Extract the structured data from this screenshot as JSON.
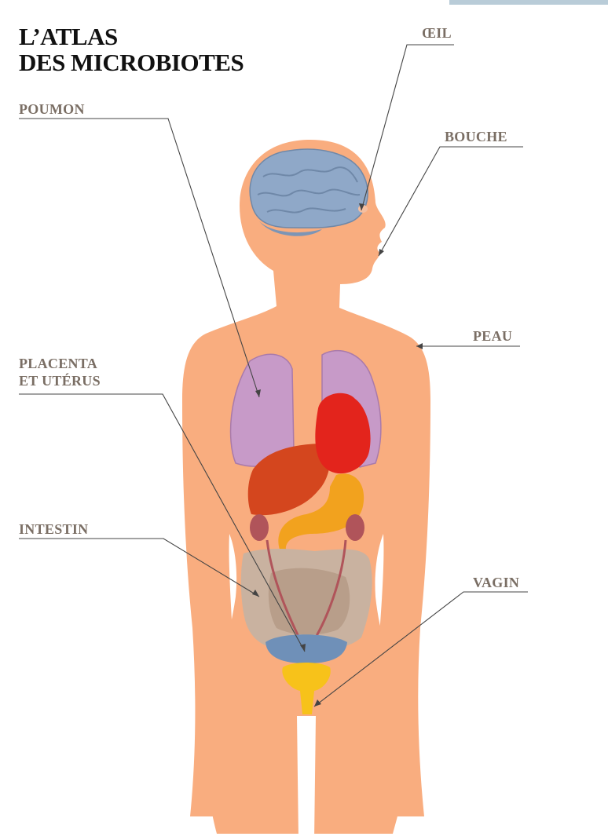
{
  "title": {
    "line1": "L’ATLAS",
    "line2": "DES MICROBIOTES"
  },
  "labels": {
    "oeil": "ŒIL",
    "poumon": "POUMON",
    "bouche": "BOUCHE",
    "peau": "PEAU",
    "placenta_line1": "PLACENTA",
    "placenta_line2": "ET UTÉRUS",
    "intestin": "INTESTIN",
    "vagin": "VAGIN"
  },
  "colors": {
    "skin": "#f9ad7f",
    "brain": "#8fa8c8",
    "lungs": "#c79ac8",
    "heart": "#e3241c",
    "liver": "#d4461e",
    "stomach": "#f2a21e",
    "kidneys": "#b0545a",
    "intestine": "#c9b2a0",
    "bladder": "#6f90b8",
    "uterus": "#f7c21a",
    "label": "#7a6e64",
    "leader": "#444444"
  }
}
